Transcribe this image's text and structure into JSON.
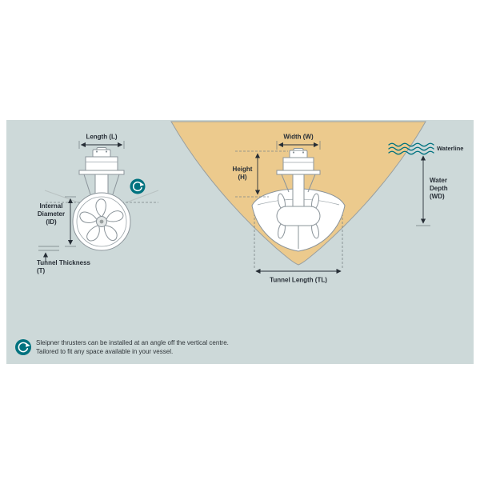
{
  "colors": {
    "panel": "#cdd9d9",
    "hull": "#ecca8d",
    "teal": "#00727f",
    "text": "#272e36"
  },
  "left_diagram": {
    "length_label": "Length (L)",
    "internal_diameter_lines": [
      "Internal",
      "Diameter",
      "(ID)"
    ],
    "tunnel_thickness_lines": [
      "Tunnel Thickness",
      "(T)"
    ]
  },
  "right_diagram": {
    "width_label": "Width (W)",
    "height_lines": [
      "Height",
      "(H)"
    ],
    "waterline_label": "Waterline",
    "water_depth_lines": [
      "Water",
      "Depth",
      "(WD)"
    ],
    "tunnel_length_label": "Tunnel Length (TL)"
  },
  "note": {
    "line1": "Sleipner thrusters can be installed at an angle off the vertical centre.",
    "line2": "Tailored to fit any space available in your vessel."
  },
  "icons": {
    "rotation_icon": "circular-arrow",
    "waterline_icon": "waves"
  }
}
